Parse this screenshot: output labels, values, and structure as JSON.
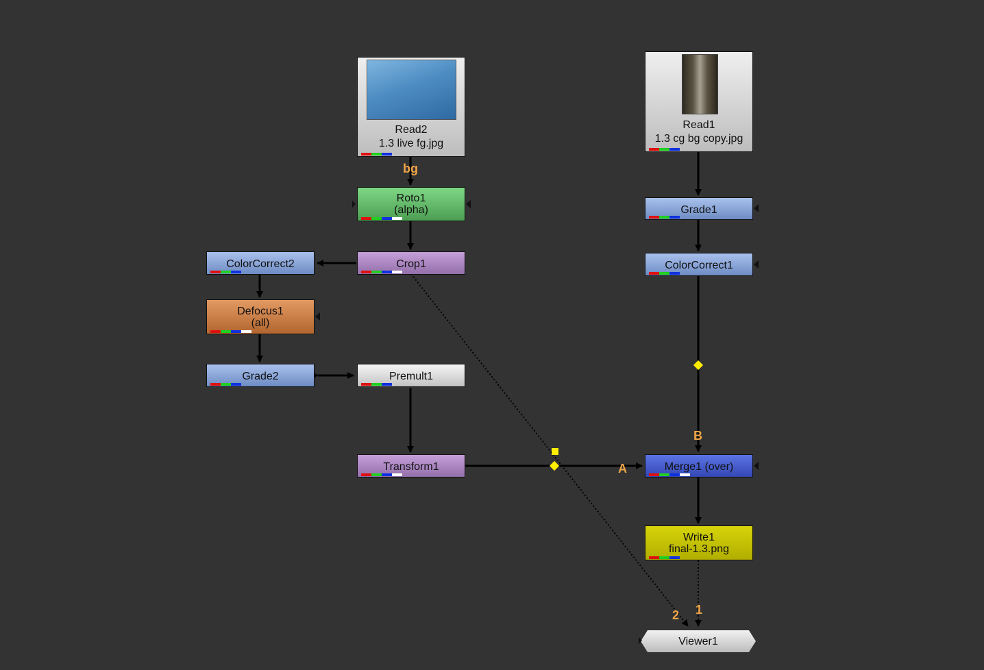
{
  "nodes": {
    "read2": {
      "name": "Read2",
      "file": "1.3 live fg.jpg"
    },
    "read1": {
      "name": "Read1",
      "file": "1.3 cg bg copy.jpg"
    },
    "roto1": {
      "name": "Roto1",
      "channel": "(alpha)"
    },
    "crop1": {
      "name": "Crop1"
    },
    "colorcorrect2": {
      "name": "ColorCorrect2"
    },
    "defocus1": {
      "name": "Defocus1",
      "channel": "(all)"
    },
    "grade2": {
      "name": "Grade2"
    },
    "premult1": {
      "name": "Premult1"
    },
    "transform1": {
      "name": "Transform1"
    },
    "grade1": {
      "name": "Grade1"
    },
    "colorcorrect1": {
      "name": "ColorCorrect1"
    },
    "merge1": {
      "name": "Merge1 (over)"
    },
    "write1": {
      "name": "Write1",
      "file": "final-1.3.png"
    },
    "viewer1": {
      "name": "Viewer1"
    }
  },
  "pins": {
    "bg": "bg",
    "a": "A",
    "b": "B",
    "viewer_in_1": "1",
    "viewer_in_2": "2"
  },
  "colors": {
    "background": "#333333",
    "wire": "#000000",
    "dot": "#ffee00",
    "pin_label": "#f0a548"
  },
  "icons": {
    "read2_thumbnail": "jets-image-thumbnail",
    "read1_thumbnail": "street-image-thumbnail"
  }
}
